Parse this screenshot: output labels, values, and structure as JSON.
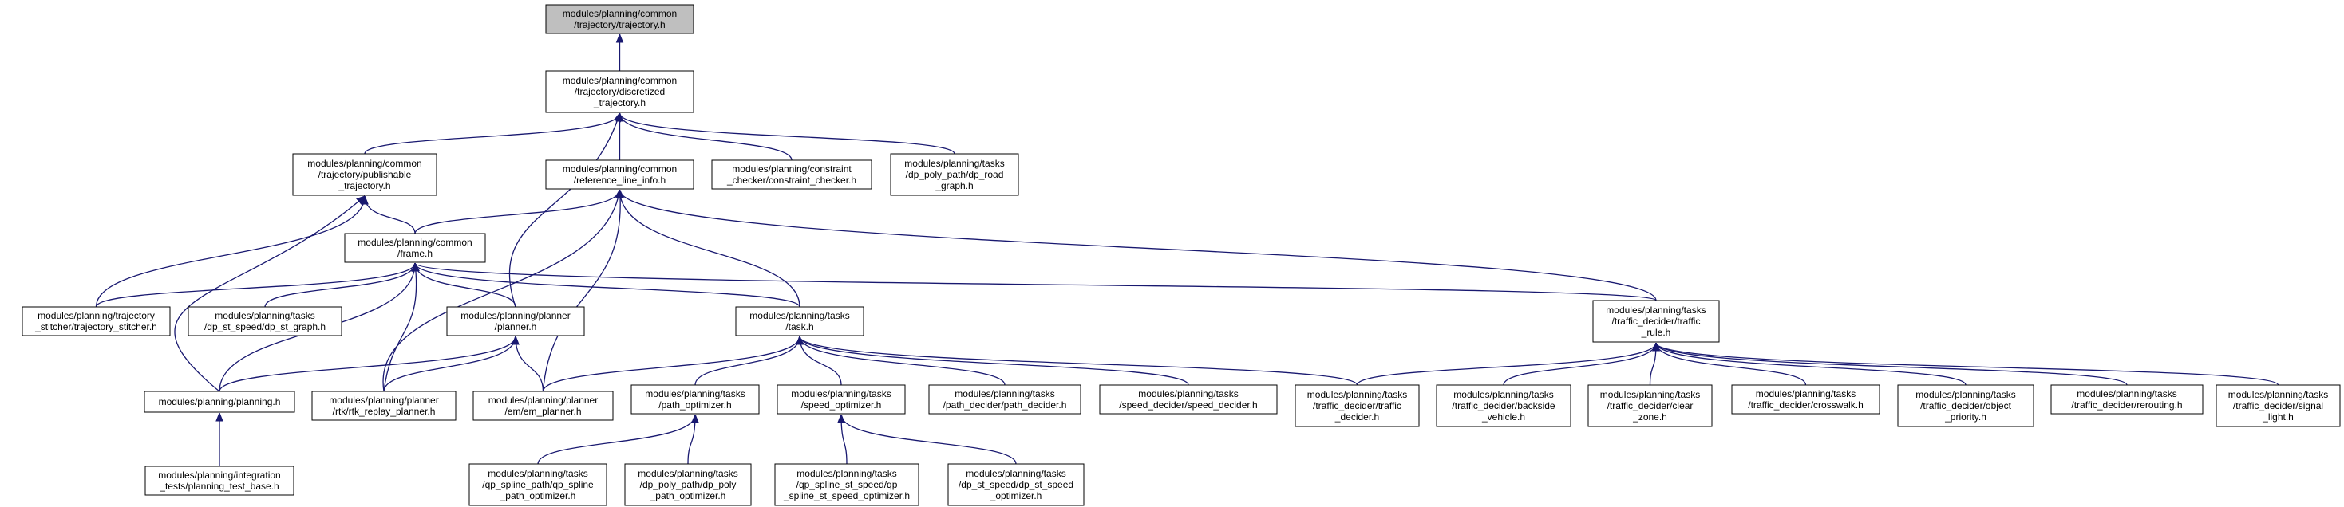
{
  "graph": {
    "colors": {
      "edge": "#191970",
      "root_fill": "#bfbfbf",
      "node_fill": "#ffffff",
      "border": "#000000"
    },
    "nodes": [
      {
        "id": "n0",
        "root": true,
        "lines": [
          "modules/planning/common",
          "/trajectory/trajectory.h"
        ]
      },
      {
        "id": "n1",
        "lines": [
          "modules/planning/common",
          "/trajectory/discretized",
          "_trajectory.h"
        ]
      },
      {
        "id": "n2",
        "lines": [
          "modules/planning/common",
          "/trajectory/publishable",
          "_trajectory.h"
        ]
      },
      {
        "id": "n3",
        "lines": [
          "modules/planning/common",
          "/reference_line_info.h"
        ]
      },
      {
        "id": "n4",
        "lines": [
          "modules/planning/constraint",
          "_checker/constraint_checker.h"
        ]
      },
      {
        "id": "n5",
        "lines": [
          "modules/planning/tasks",
          "/dp_poly_path/dp_road",
          "_graph.h"
        ]
      },
      {
        "id": "n6",
        "lines": [
          "modules/planning/common",
          "/frame.h"
        ]
      },
      {
        "id": "n7",
        "lines": [
          "modules/planning/trajectory",
          "_stitcher/trajectory_stitcher.h"
        ]
      },
      {
        "id": "n8",
        "lines": [
          "modules/planning/tasks",
          "/dp_st_speed/dp_st_graph.h"
        ]
      },
      {
        "id": "n9",
        "lines": [
          "modules/planning/planner",
          "/planner.h"
        ]
      },
      {
        "id": "n10",
        "lines": [
          "modules/planning/tasks",
          "/task.h"
        ]
      },
      {
        "id": "n11",
        "lines": [
          "modules/planning/tasks",
          "/traffic_decider/traffic",
          "_rule.h"
        ]
      },
      {
        "id": "n12",
        "lines": [
          "modules/planning/planning.h"
        ]
      },
      {
        "id": "n13",
        "lines": [
          "modules/planning/planner",
          "/rtk/rtk_replay_planner.h"
        ]
      },
      {
        "id": "n14",
        "lines": [
          "modules/planning/planner",
          "/em/em_planner.h"
        ]
      },
      {
        "id": "n15",
        "lines": [
          "modules/planning/tasks",
          "/path_optimizer.h"
        ]
      },
      {
        "id": "n16",
        "lines": [
          "modules/planning/tasks",
          "/speed_optimizer.h"
        ]
      },
      {
        "id": "n17",
        "lines": [
          "modules/planning/tasks",
          "/path_decider/path_decider.h"
        ]
      },
      {
        "id": "n18",
        "lines": [
          "modules/planning/tasks",
          "/speed_decider/speed_decider.h"
        ]
      },
      {
        "id": "n19",
        "lines": [
          "modules/planning/tasks",
          "/traffic_decider/traffic",
          "_decider.h"
        ]
      },
      {
        "id": "n20",
        "lines": [
          "modules/planning/tasks",
          "/traffic_decider/backside",
          "_vehicle.h"
        ]
      },
      {
        "id": "n21",
        "lines": [
          "modules/planning/tasks",
          "/traffic_decider/clear",
          "_zone.h"
        ]
      },
      {
        "id": "n22",
        "lines": [
          "modules/planning/tasks",
          "/traffic_decider/crosswalk.h"
        ]
      },
      {
        "id": "n23",
        "lines": [
          "modules/planning/tasks",
          "/traffic_decider/object",
          "_priority.h"
        ]
      },
      {
        "id": "n24",
        "lines": [
          "modules/planning/tasks",
          "/traffic_decider/rerouting.h"
        ]
      },
      {
        "id": "n25",
        "lines": [
          "modules/planning/tasks",
          "/traffic_decider/signal",
          "_light.h"
        ]
      },
      {
        "id": "n26",
        "lines": [
          "modules/planning/integration",
          "_tests/planning_test_base.h"
        ]
      },
      {
        "id": "n27",
        "lines": [
          "modules/planning/tasks",
          "/qp_spline_path/qp_spline",
          "_path_optimizer.h"
        ]
      },
      {
        "id": "n28",
        "lines": [
          "modules/planning/tasks",
          "/dp_poly_path/dp_poly",
          "_path_optimizer.h"
        ]
      },
      {
        "id": "n29",
        "lines": [
          "modules/planning/tasks",
          "/qp_spline_st_speed/qp",
          "_spline_st_speed_optimizer.h"
        ]
      },
      {
        "id": "n30",
        "lines": [
          "modules/planning/tasks",
          "/dp_st_speed/dp_st_speed",
          "_optimizer.h"
        ]
      }
    ],
    "edges": [
      [
        "n1",
        "n0"
      ],
      [
        "n2",
        "n1"
      ],
      [
        "n3",
        "n1"
      ],
      [
        "n4",
        "n1"
      ],
      [
        "n5",
        "n1"
      ],
      [
        "n9",
        "n1"
      ],
      [
        "n6",
        "n2"
      ],
      [
        "n7",
        "n2"
      ],
      [
        "n12",
        "n2"
      ],
      [
        "n6",
        "n3"
      ],
      [
        "n10",
        "n3"
      ],
      [
        "n11",
        "n3"
      ],
      [
        "n13",
        "n3"
      ],
      [
        "n14",
        "n3"
      ],
      [
        "n7",
        "n6"
      ],
      [
        "n8",
        "n6"
      ],
      [
        "n9",
        "n6"
      ],
      [
        "n10",
        "n6"
      ],
      [
        "n11",
        "n6"
      ],
      [
        "n12",
        "n6"
      ],
      [
        "n13",
        "n6"
      ],
      [
        "n12",
        "n9"
      ],
      [
        "n13",
        "n9"
      ],
      [
        "n14",
        "n9"
      ],
      [
        "n14",
        "n10"
      ],
      [
        "n15",
        "n10"
      ],
      [
        "n16",
        "n10"
      ],
      [
        "n17",
        "n10"
      ],
      [
        "n18",
        "n10"
      ],
      [
        "n19",
        "n10"
      ],
      [
        "n19",
        "n11"
      ],
      [
        "n20",
        "n11"
      ],
      [
        "n21",
        "n11"
      ],
      [
        "n22",
        "n11"
      ],
      [
        "n23",
        "n11"
      ],
      [
        "n24",
        "n11"
      ],
      [
        "n25",
        "n11"
      ],
      [
        "n26",
        "n12"
      ],
      [
        "n27",
        "n15"
      ],
      [
        "n28",
        "n15"
      ],
      [
        "n29",
        "n16"
      ],
      [
        "n30",
        "n16"
      ]
    ]
  }
}
